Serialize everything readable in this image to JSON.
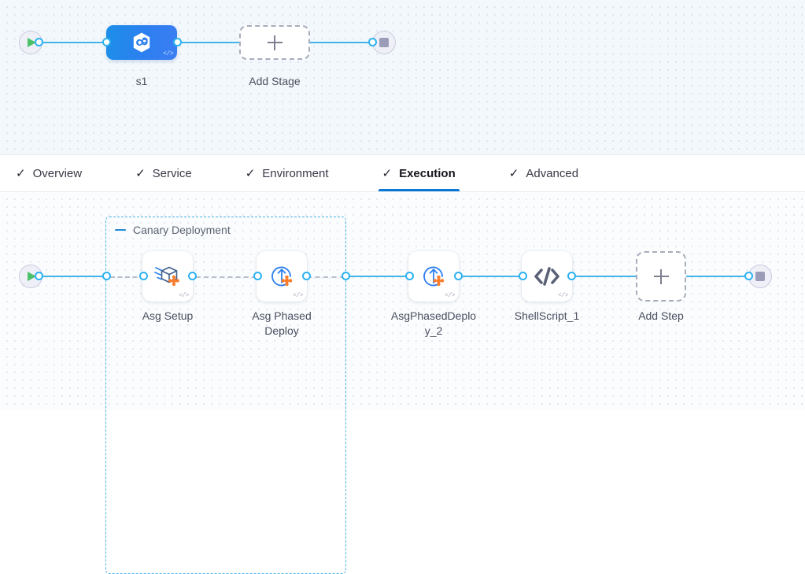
{
  "stage_canvas": {
    "start_node": {
      "icon": "play-icon",
      "name": "pipeline-start"
    },
    "end_node": {
      "icon": "stop-icon",
      "name": "pipeline-end"
    },
    "stage": {
      "label": "s1",
      "icon": "deployment-hexagon-icon",
      "code_badge": "</>"
    },
    "add_stage": {
      "label": "Add Stage",
      "icon": "plus-icon"
    }
  },
  "tabs": {
    "check_glyph": "✓",
    "items": [
      {
        "label": "Overview",
        "active": false
      },
      {
        "label": "Service",
        "active": false
      },
      {
        "label": "Environment",
        "active": false
      },
      {
        "label": "Execution",
        "active": true
      },
      {
        "label": "Advanced",
        "active": false
      }
    ]
  },
  "execution_canvas": {
    "start_node": {
      "icon": "play-icon",
      "name": "execution-start"
    },
    "end_node": {
      "icon": "stop-icon",
      "name": "execution-end"
    },
    "group": {
      "title": "Canary Deployment",
      "collapse_icon": "minus-icon"
    },
    "steps": [
      {
        "label": "Asg Setup",
        "icon": "asg-setup-package-icon",
        "code_badge": "</>",
        "in_group": true
      },
      {
        "label": "Asg Phased Deploy",
        "icon": "asg-phased-deploy-icon",
        "code_badge": "</>",
        "in_group": true
      },
      {
        "label": "AsgPhasedDeploy_2",
        "icon": "asg-phased-deploy-icon",
        "code_badge": "</>",
        "in_group": false
      },
      {
        "label": "ShellScript_1",
        "icon": "shell-script-code-icon",
        "code_badge": "</>",
        "in_group": false
      }
    ],
    "add_step": {
      "label": "Add Step",
      "icon": "plus-icon"
    }
  },
  "colors": {
    "edge_blue": "#43b4e9",
    "accent_blue": "#0b77d4",
    "group_border": "#4cb0e8",
    "stage_blue": "#2d7ff0",
    "orange_accent": "#f97c2c",
    "play_green": "#4dc16a",
    "stop_gray": "#9b9db8"
  }
}
